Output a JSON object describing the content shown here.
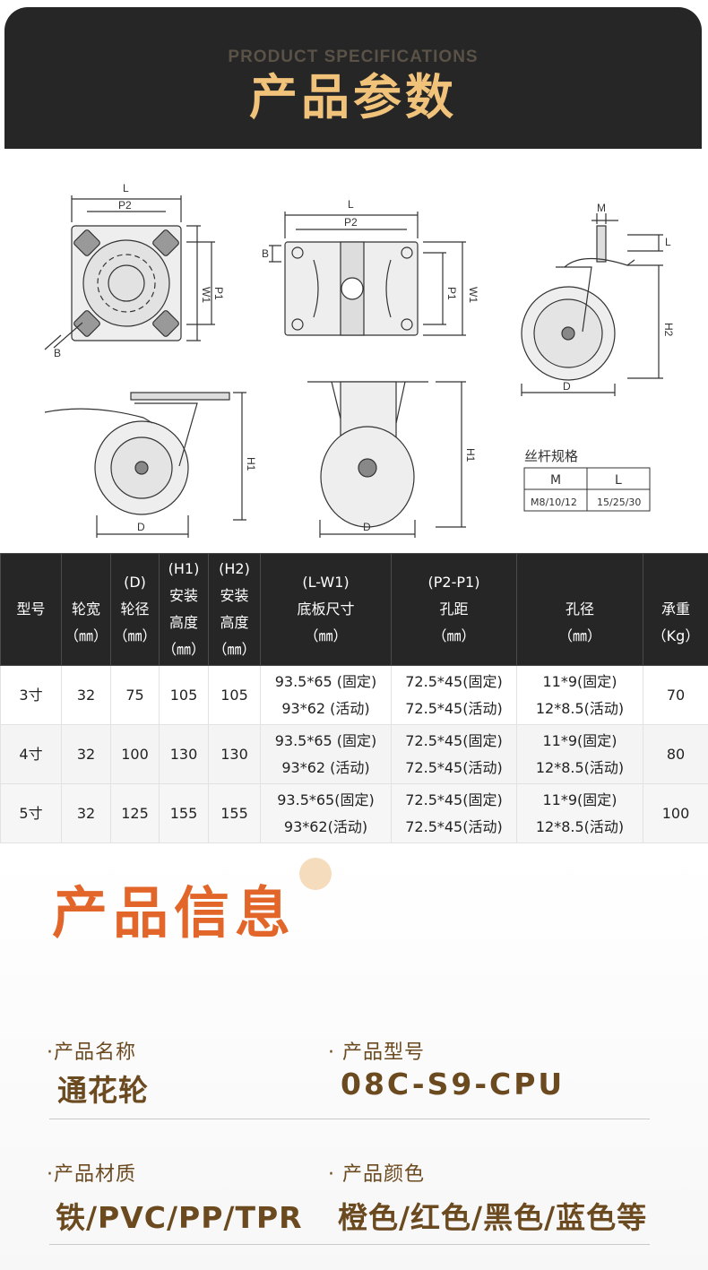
{
  "header": {
    "subtitle": "PRODUCT SPECIFICATIONS",
    "title": "产品参数"
  },
  "diagram": {
    "labels": {
      "L": "L",
      "P2": "P2",
      "W1": "W1",
      "P1": "P1",
      "B": "B",
      "M": "M",
      "H1": "H1",
      "H2": "H2",
      "D": "D"
    },
    "screw_spec": {
      "title": "丝杆规格",
      "headers": [
        "M",
        "L"
      ],
      "values": [
        "M8/10/12",
        "15/25/30"
      ]
    }
  },
  "spec_table": {
    "headers": [
      [
        "",
        "型号",
        ""
      ],
      [
        "",
        "轮宽",
        "（㎜）"
      ],
      [
        "(D)",
        "轮径",
        "（㎜）"
      ],
      [
        "(H1)",
        "安装",
        "高度",
        "（㎜）"
      ],
      [
        "(H2)",
        "安装",
        "高度",
        "（㎜）"
      ],
      [
        "(L-W1)",
        "底板尺寸",
        "（㎜）"
      ],
      [
        "(P2-P1)",
        "孔距",
        "（㎜）"
      ],
      [
        "",
        "孔径",
        "（㎜）"
      ],
      [
        "",
        "承重",
        "（Kg）"
      ]
    ],
    "rows": [
      [
        "3寸",
        "32",
        "75",
        "105",
        "105",
        "93.5*65 (固定)|93*62 (活动)",
        "72.5*45(固定)|72.5*45(活动)",
        "11*9(固定)|12*8.5(活动)",
        "70"
      ],
      [
        "4寸",
        "32",
        "100",
        "130",
        "130",
        "93.5*65 (固定)|93*62 (活动)",
        "72.5*45(固定)|72.5*45(活动)",
        "11*9(固定)|12*8.5(活动)",
        "80"
      ],
      [
        "5寸",
        "32",
        "125",
        "155",
        "155",
        "93.5*65(固定)|93*62(活动)",
        "72.5*45(固定)|72.5*45(活动)",
        "11*9(固定)|12*8.5(活动)",
        "100"
      ]
    ]
  },
  "info": {
    "title": "产品信息",
    "fields": [
      {
        "label": "·产品名称",
        "value": "通花轮"
      },
      {
        "label": "· 产品型号",
        "value": "08C-S9-CPU"
      },
      {
        "label": "·产品材质",
        "value": "铁/PVC/PP/TPR"
      },
      {
        "label": "· 产品颜色",
        "value": "橙色/红色/黑色/蓝色等"
      }
    ]
  },
  "colors": {
    "header_bg": "#262626",
    "header_title": "#f0c27a",
    "info_title": "#e2662a",
    "info_text": "#6b4a20"
  }
}
